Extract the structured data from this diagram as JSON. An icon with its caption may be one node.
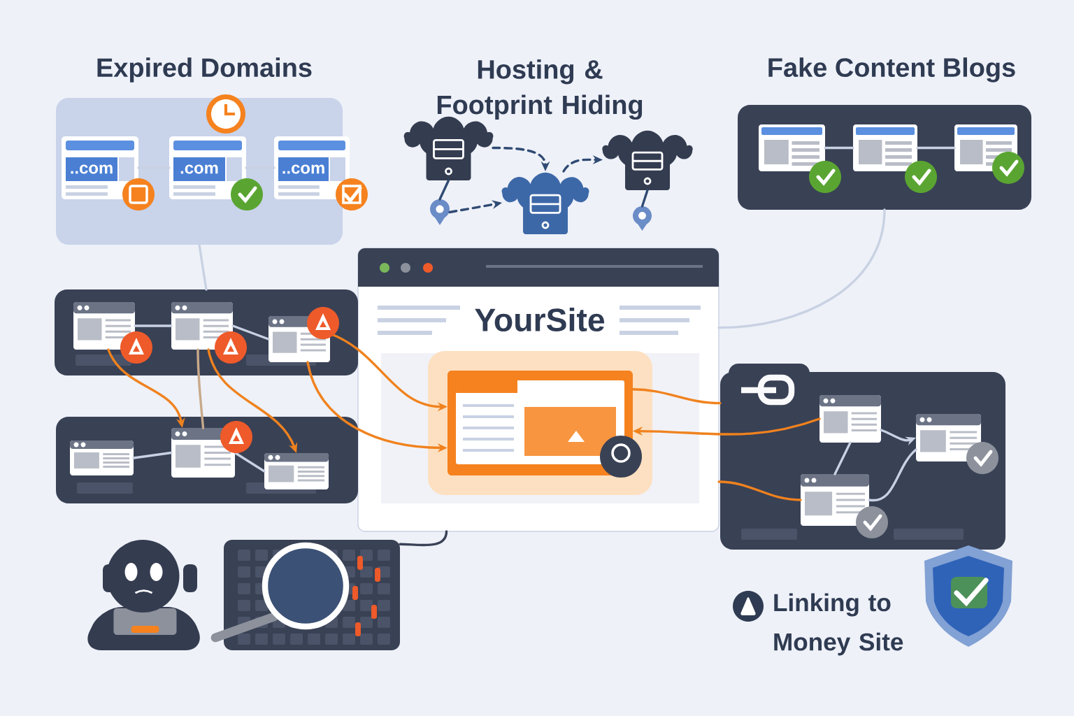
{
  "diagram": {
    "nodes": [
      {
        "text": [
          "Expired Domains"
        ]
      },
      {
        "text": [
          "..com"
        ],
        "in": 0
      },
      {
        "text": [
          ".com"
        ],
        "in": 0
      },
      {
        "text": [
          "..com"
        ],
        "in": 0
      },
      {
        "text": [],
        "shape": "cloud"
      },
      {
        "text": [],
        "shape": "cloud"
      },
      {
        "text": [],
        "shape": "cloud"
      },
      {
        "text": [],
        "shape": "pin"
      },
      {
        "text": [],
        "shape": "pin"
      },
      {
        "text": [
          "Fake Content Blogs"
        ]
      },
      {
        "text": [],
        "shape": "box",
        "in": 9
      },
      {
        "text": [],
        "shape": "box",
        "in": 9
      },
      {
        "text": [],
        "shape": "box",
        "in": 9
      },
      {
        "text": [
          "YourSite"
        ]
      },
      {
        "text": [],
        "shape": "box",
        "in": 13
      },
      {
        "text": [],
        "shape": "box"
      },
      {
        "text": [],
        "shape": "box",
        "in": 15
      },
      {
        "text": [],
        "shape": "box",
        "in": 15
      },
      {
        "text": [],
        "shape": "box",
        "in": 15
      },
      {
        "text": [],
        "shape": "box"
      },
      {
        "text": [],
        "shape": "box",
        "in": 19
      },
      {
        "text": [],
        "shape": "box",
        "in": 19
      },
      {
        "text": [],
        "shape": "box",
        "in": 19
      },
      {
        "text": [],
        "shape": "box"
      },
      {
        "text": [],
        "shape": "box",
        "in": 23
      },
      {
        "text": [],
        "shape": "box",
        "in": 23
      },
      {
        "text": [],
        "shape": "box",
        "in": 23
      },
      {
        "text": [],
        "shape": "picture"
      },
      {
        "text": [],
        "shape": "picture"
      }
    ],
    "edges": [
      {
        "from": 1,
        "to": 2,
        "arrow": "none"
      },
      {
        "from": 2,
        "to": 3,
        "arrow": "none"
      },
      {
        "from": 0,
        "to": 15,
        "arrow": "none"
      },
      {
        "from": 9,
        "to": 13,
        "arrow": "none"
      },
      {
        "from": 10,
        "to": 11,
        "arrow": "none"
      },
      {
        "from": 11,
        "to": 12,
        "arrow": "none"
      },
      {
        "from": 4,
        "to": 5,
        "arrow": "to",
        "style": "dashed",
        "color": "#2f4a73"
      },
      {
        "from": 5,
        "to": 6,
        "arrow": "to",
        "style": "dashed",
        "color": "#2f4a73"
      },
      {
        "from": 7,
        "to": 5,
        "arrow": "to",
        "style": "dashed",
        "color": "#2f4a73"
      },
      {
        "from": 4,
        "to": 7,
        "arrow": "none",
        "color": "#2f4a73"
      },
      {
        "from": 6,
        "to": 8,
        "arrow": "none",
        "color": "#2f4a73"
      },
      {
        "from": 16,
        "to": 17,
        "arrow": "none"
      },
      {
        "from": 17,
        "to": 18,
        "arrow": "none"
      },
      {
        "from": 20,
        "to": 21,
        "arrow": "none"
      },
      {
        "from": 21,
        "to": 22,
        "arrow": "none"
      },
      {
        "from": 16,
        "to": 21,
        "arrow": "to",
        "color": "#f0821e"
      },
      {
        "from": 17,
        "to": 21,
        "arrow": "none",
        "color": "#c8a98a"
      },
      {
        "from": 17,
        "to": 22,
        "arrow": "to",
        "color": "#f0821e"
      },
      {
        "from": 18,
        "to": 14,
        "arrow": "to",
        "color": "#f0821e"
      },
      {
        "from": 18,
        "to": 14,
        "arrow": "to",
        "color": "#f0821e"
      },
      {
        "from": 14,
        "to": 23,
        "arrow": "none",
        "color": "#f0821e"
      },
      {
        "from": 24,
        "to": 14,
        "arrow": "to",
        "color": "#f0821e"
      },
      {
        "from": 26,
        "to": 13,
        "arrow": "none",
        "color": "#f0821e"
      },
      {
        "from": 24,
        "to": 25,
        "arrow": "to"
      },
      {
        "from": 24,
        "to": 26,
        "arrow": "none"
      },
      {
        "from": 26,
        "to": 25,
        "arrow": "none"
      },
      {
        "from": 13,
        "to": 28,
        "arrow": "none",
        "color": "#3a4257"
      }
    ],
    "labels": [
      "Hosting & Footprint Hiding",
      "Linking to Money Site"
    ]
  }
}
